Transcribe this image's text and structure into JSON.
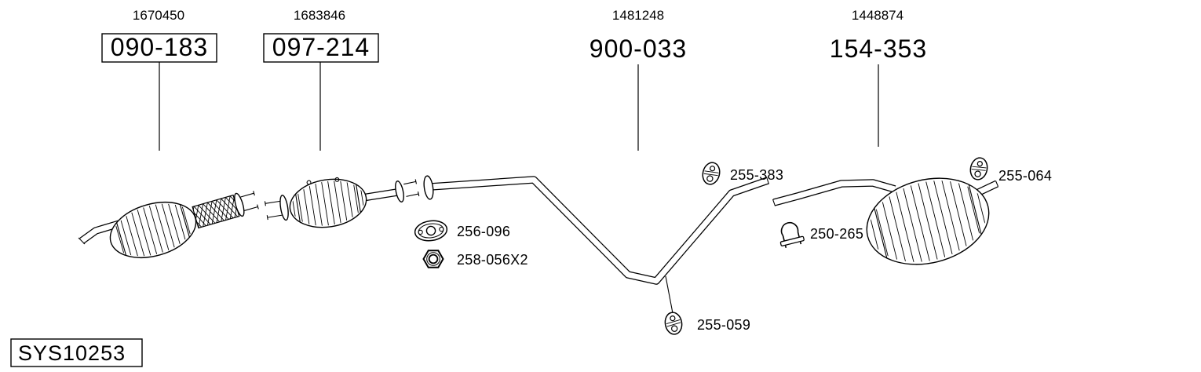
{
  "colors": {
    "line": "#000000",
    "background": "#ffffff"
  },
  "system_code": "SYS10253",
  "assemblies": [
    {
      "oe_number": "1670450",
      "part_number": "090-183",
      "boxed": true
    },
    {
      "oe_number": "1683846",
      "part_number": "097-214",
      "boxed": true
    },
    {
      "oe_number": "1481248",
      "part_number": "900-033",
      "boxed": false
    },
    {
      "oe_number": "1448874",
      "part_number": "154-353",
      "boxed": false
    }
  ],
  "fittings": [
    {
      "part_number": "255-383",
      "icon": "rubber-hanger-icon"
    },
    {
      "part_number": "256-096",
      "icon": "gasket-icon"
    },
    {
      "part_number": "258-056X2",
      "icon": "nut-icon"
    },
    {
      "part_number": "250-265",
      "icon": "clamp-icon"
    },
    {
      "part_number": "255-059",
      "icon": "rubber-hanger-icon"
    },
    {
      "part_number": "255-064",
      "icon": "rubber-hanger-icon"
    }
  ]
}
